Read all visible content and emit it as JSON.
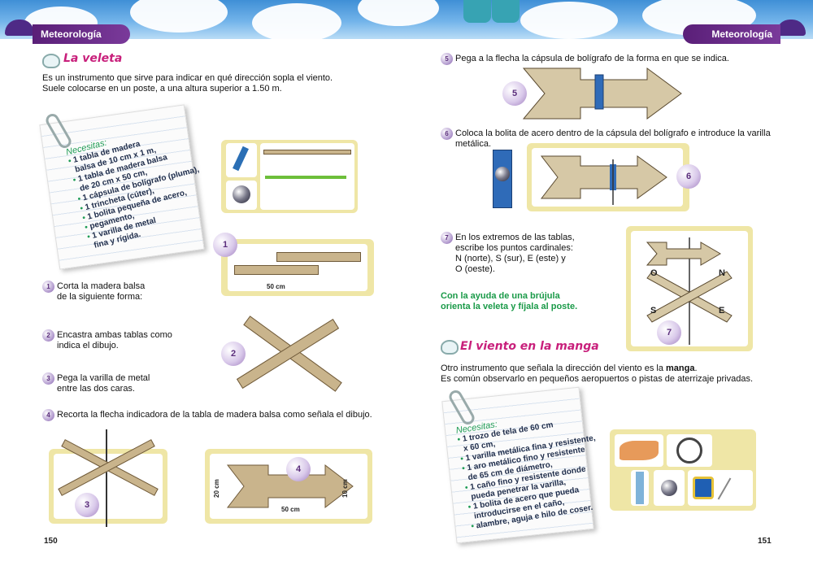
{
  "header": {
    "left_tab": "Meteorología",
    "right_tab": "Meteorología"
  },
  "left": {
    "section_title": "La veleta",
    "intro": [
      "Es un instrumento que sirve para indicar en qué dirección sopla el viento.",
      "Suele colocarse en un poste, a una altura superior a 1.50 m."
    ],
    "needs_title": "Necesitas:",
    "needs": [
      "1 tabla de madera",
      "balsa de 10 cm x 1 m,",
      "1 tabla de madera balsa",
      "de 20 cm x 50 cm,",
      "1 cápsula de bolígrafo (pluma),",
      "1 trincheta (cúter),",
      "1 bolita pequeña de acero,",
      "pegamento,",
      "1 varilla de metal",
      "fina y rígida."
    ],
    "steps": [
      {
        "n": "1",
        "text": [
          "Corta la madera balsa",
          "de la siguiente forma:"
        ]
      },
      {
        "n": "2",
        "text": [
          "Encastra ambas tablas como",
          "indica el dibujo."
        ]
      },
      {
        "n": "3",
        "text": [
          "Pega la varilla de metal",
          "entre las dos caras."
        ]
      },
      {
        "n": "4",
        "text": [
          "Recorta la flecha indicadora de la tabla de madera balsa como señala el dibujo."
        ]
      }
    ],
    "fig1_dim": "50 cm",
    "fig4_dims": {
      "w": "50 cm",
      "h_left": "20 cm",
      "h_right": "10 cm"
    },
    "page_number": "150"
  },
  "right": {
    "steps": [
      {
        "n": "5",
        "text": [
          "Pega a la flecha la cápsula de bolígrafo de la forma en que se indica."
        ]
      },
      {
        "n": "6",
        "text": [
          "Coloca la bolita de acero dentro de la cápsula del bolígrafo e introduce la varilla",
          "metálica."
        ]
      },
      {
        "n": "7",
        "text": [
          "En los extremos de las tablas,",
          "escribe los puntos cardinales:",
          "N (norte), S (sur), E (este) y",
          "O (oeste)."
        ]
      }
    ],
    "advice": [
      "Con la ayuda de una brújula",
      "orienta la veleta y fíjala al poste."
    ],
    "section_title": "El viento en la manga",
    "intro_prefix": "Otro instrumento que señala la dirección del viento es la ",
    "intro_bold": "manga",
    "intro_suffix": ".",
    "intro2": "Es común observarlo en pequeños aeropuertos o pistas de aterrizaje privadas.",
    "needs_title": "Necesitas:",
    "needs": [
      "1 trozo de tela de 60 cm",
      "x 60 cm,",
      "1 varilla metálica fina y resistente,",
      "1 aro metálico fino y resistente",
      "de 65 cm de diámetro,",
      "1 caño fino y resistente donde",
      "pueda penetrar la varilla,",
      "1 bolita de acero que pueda",
      "introducirse en el caño,",
      "alambre, aguja e hilo de coser."
    ],
    "cardinal": [
      "N",
      "O",
      "S",
      "E"
    ],
    "page_number": "151"
  }
}
